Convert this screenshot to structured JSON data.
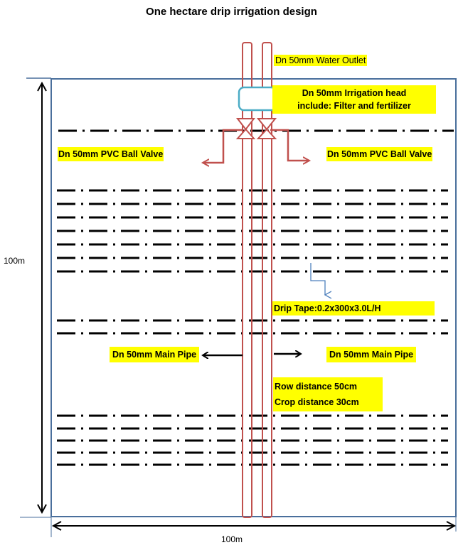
{
  "title": "One hectare drip irrigation design",
  "colors": {
    "field_border": "#4a6f9c",
    "pipe": "#c0504d",
    "filter_box": "#4bacc6",
    "highlight": "#ffff00",
    "drip_tape": "#000000",
    "callout_arrow": "#4f81bd"
  },
  "labels": {
    "water_outlet": "Dn 50mm Water Outlet",
    "irrigation_head_line1": "Dn 50mm Irrigation head",
    "irrigation_head_line2": "include: Filter and fertilizer",
    "ball_valve_left": "Dn 50mm PVC Ball Valve",
    "ball_valve_right": "Dn 50mm PVC Ball Valve",
    "drip_tape": "Drip Tape:0.2x300x3.0L/H",
    "main_pipe_left": "Dn 50mm Main Pipe",
    "main_pipe_right": "Dn 50mm Main Pipe",
    "row_distance": "Row distance 50cm",
    "crop_distance": "Crop distance 30cm"
  },
  "dimensions": {
    "height": "100m",
    "width": "100m"
  },
  "drip_rows": {
    "top_group_y": [
      184
    ],
    "group_a_y": [
      268,
      287,
      306,
      325,
      344,
      363,
      382
    ],
    "group_b_y": [
      451,
      469
    ],
    "group_c_y": [
      585,
      603,
      620,
      637,
      654
    ]
  }
}
